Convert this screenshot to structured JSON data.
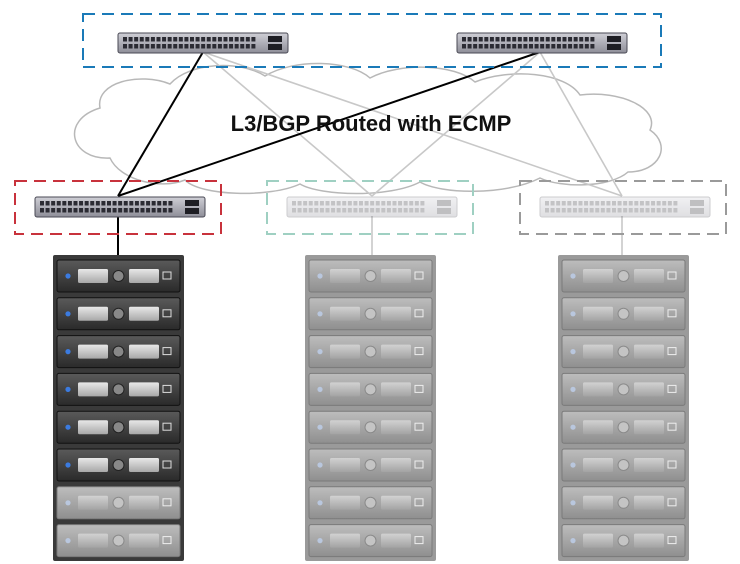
{
  "diagram": {
    "cloud_label": "L3/BGP Routed with ECMP",
    "colors": {
      "spine_group_border": "#1a7ab8",
      "leaf_active_border": "#c8323c",
      "leaf_faded_border": "#9fd0c2",
      "leaf_gray_border": "#9a9a9a",
      "active_link": "#000000",
      "faded_link": "#c8c8c8"
    },
    "spine_switches": [
      {
        "id": "spine-1",
        "active": true
      },
      {
        "id": "spine-2",
        "active": true
      }
    ],
    "leaf_switches": [
      {
        "id": "leaf-1",
        "style": "active"
      },
      {
        "id": "leaf-2",
        "style": "faded-teal"
      },
      {
        "id": "leaf-3",
        "style": "faded-gray"
      }
    ],
    "racks": [
      {
        "id": "rack-1",
        "servers_total": 8,
        "servers_active": 6
      },
      {
        "id": "rack-2",
        "servers_total": 8,
        "servers_active": 0
      },
      {
        "id": "rack-3",
        "servers_total": 8,
        "servers_active": 0
      }
    ],
    "links": [
      {
        "from": "spine-1",
        "to": "leaf-1",
        "active": true
      },
      {
        "from": "spine-2",
        "to": "leaf-1",
        "active": true
      },
      {
        "from": "spine-1",
        "to": "leaf-2",
        "active": false
      },
      {
        "from": "spine-1",
        "to": "leaf-3",
        "active": false
      },
      {
        "from": "spine-2",
        "to": "leaf-2",
        "active": false
      },
      {
        "from": "spine-2",
        "to": "leaf-3",
        "active": false
      },
      {
        "from": "leaf-1",
        "to": "rack-1",
        "active": true
      },
      {
        "from": "leaf-2",
        "to": "rack-2",
        "active": false
      },
      {
        "from": "leaf-3",
        "to": "rack-3",
        "active": false
      }
    ]
  }
}
